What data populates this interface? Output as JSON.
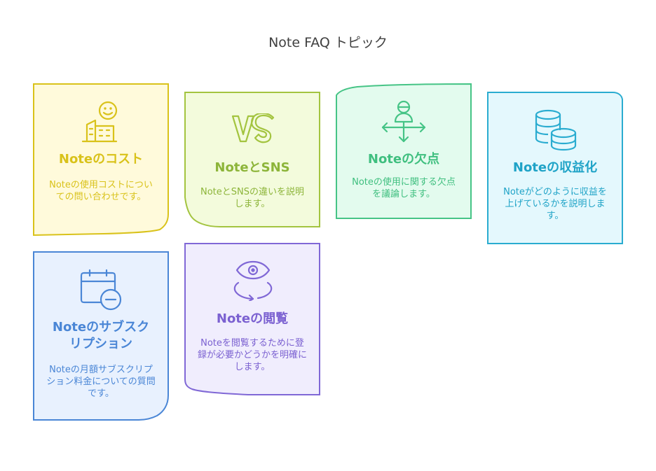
{
  "title": "Note FAQ トピック",
  "cards": [
    {
      "key": "cost",
      "title": "Noteのコスト",
      "description": "Noteの使用コストについての問い合わせです。",
      "icon": "person-building-icon",
      "color": "#d9c21a",
      "stroke": "#d9c21a",
      "fill": "#fffadb"
    },
    {
      "key": "sns",
      "title": "NoteとSNS",
      "description": "NoteとSNSの違いを説明します。",
      "icon": "vs-icon",
      "color": "#8db53a",
      "stroke": "#a3c43f",
      "fill": "#f3fbdc"
    },
    {
      "key": "drawbacks",
      "title": "Noteの欠点",
      "description": "Noteの使用に関する欠点を議論します。",
      "icon": "person-arrows-icon",
      "color": "#3fbf7f",
      "stroke": "#46c486",
      "fill": "#e3fbee"
    },
    {
      "key": "monetization",
      "title": "Noteの収益化",
      "description": "Noteがどのように収益を上げているかを説明します。",
      "icon": "coins-icon",
      "color": "#1fa3c7",
      "stroke": "#2aacd0",
      "fill": "#e4f8fd"
    },
    {
      "key": "subscription",
      "title": "Noteのサブスクリプション",
      "description": "Noteの月額サブスクリプション料金についての質問です。",
      "icon": "calendar-minus-icon",
      "color": "#4a86d6",
      "stroke": "#4a86d6",
      "fill": "#e8f1fe"
    },
    {
      "key": "viewing",
      "title": "Noteの閲覧",
      "description": "Noteを閲覧するために登録が必要かどうかを明確にします。",
      "icon": "eye-cycle-icon",
      "color": "#7b61d1",
      "stroke": "#8068d6",
      "fill": "#f0edfd"
    }
  ]
}
